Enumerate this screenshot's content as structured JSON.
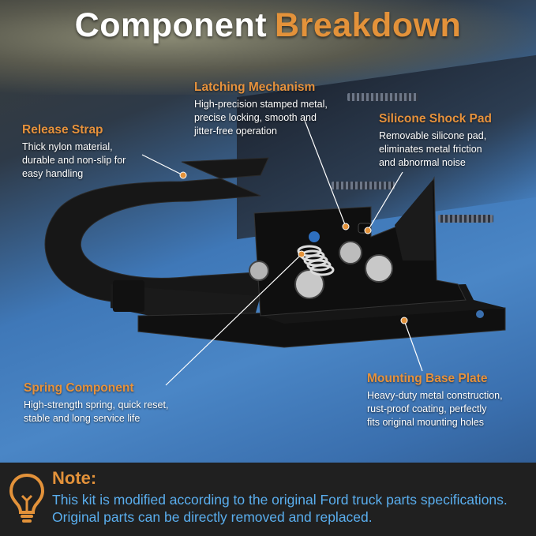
{
  "headline": {
    "word1": "Component",
    "word2": "Breakdown"
  },
  "callouts": [
    {
      "title": "Release Strap",
      "description": "Thick nylon material,\ndurable and non-slip for\neasy handling"
    },
    {
      "title": "Latching Mechanism",
      "description": "High-precision stamped metal,\nprecise locking, smooth and\njitter-free operation"
    },
    {
      "title": "Silicone Shock Pad",
      "description": "Removable silicone pad,\neliminates metal friction\nand abnormal noise"
    },
    {
      "title": "Spring Component",
      "description": "High-strength spring, quick reset,\nstable and long service life"
    },
    {
      "title": "Mounting Base Plate",
      "description": "Heavy-duty metal construction,\nrust-proof coating, perfectly\nfits original mounting holes"
    }
  ],
  "note": {
    "title": "Note:",
    "text": "This kit is modified according to the original Ford truck parts specifications. Original parts can be directly removed and replaced."
  },
  "colors": {
    "accent": "#e3923a",
    "note_text": "#5aaeee",
    "note_bg": "#202020"
  },
  "icons": {
    "note": "lightbulb-icon"
  }
}
